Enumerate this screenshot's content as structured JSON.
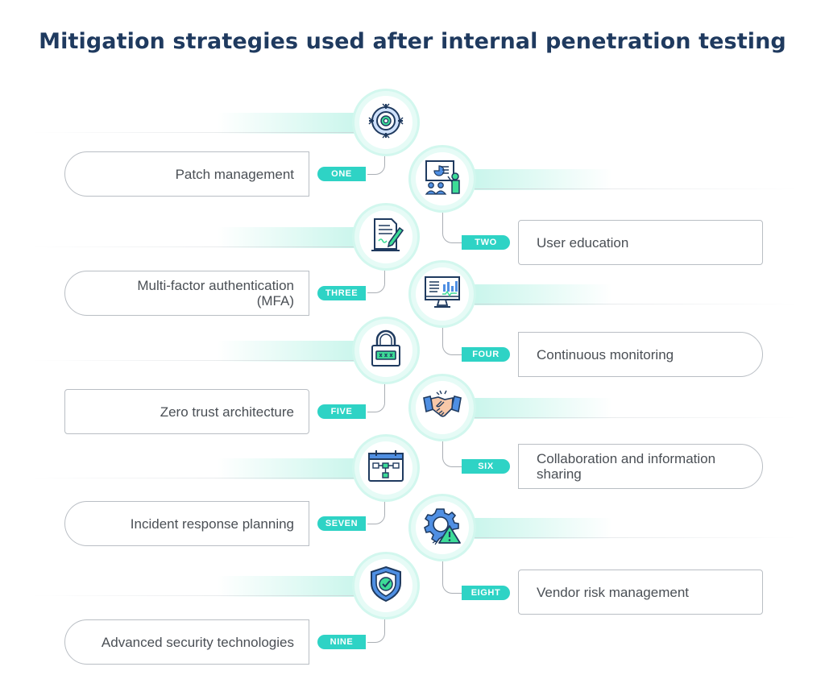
{
  "title": "Mitigation strategies used after internal penetration testing",
  "strategies": [
    {
      "badge": "ONE",
      "label": "Patch management",
      "icon": "gear-target-icon"
    },
    {
      "badge": "TWO",
      "label": "User education",
      "icon": "presentation-icon"
    },
    {
      "badge": "THREE",
      "label": "Multi-factor authentication (MFA)",
      "icon": "document-sign-icon"
    },
    {
      "badge": "FOUR",
      "label": "Continuous monitoring",
      "icon": "monitor-dashboard-icon"
    },
    {
      "badge": "FIVE",
      "label": "Zero trust architecture",
      "icon": "padlock-icon"
    },
    {
      "badge": "SIX",
      "label": "Collaboration and information sharing",
      "icon": "handshake-icon"
    },
    {
      "badge": "SEVEN",
      "label": "Incident response planning",
      "icon": "calendar-plan-icon"
    },
    {
      "badge": "EIGHT",
      "label": "Vendor risk management",
      "icon": "gear-warning-icon"
    },
    {
      "badge": "NINE",
      "label": "Advanced security technologies",
      "icon": "shield-check-icon"
    }
  ],
  "colors": {
    "title": "#1f3a5f",
    "accent": "#2ed3c5",
    "icon_stroke": "#1f3a5f",
    "icon_fill_green": "#3ddc97",
    "icon_fill_blue": "#4f8fe3"
  }
}
